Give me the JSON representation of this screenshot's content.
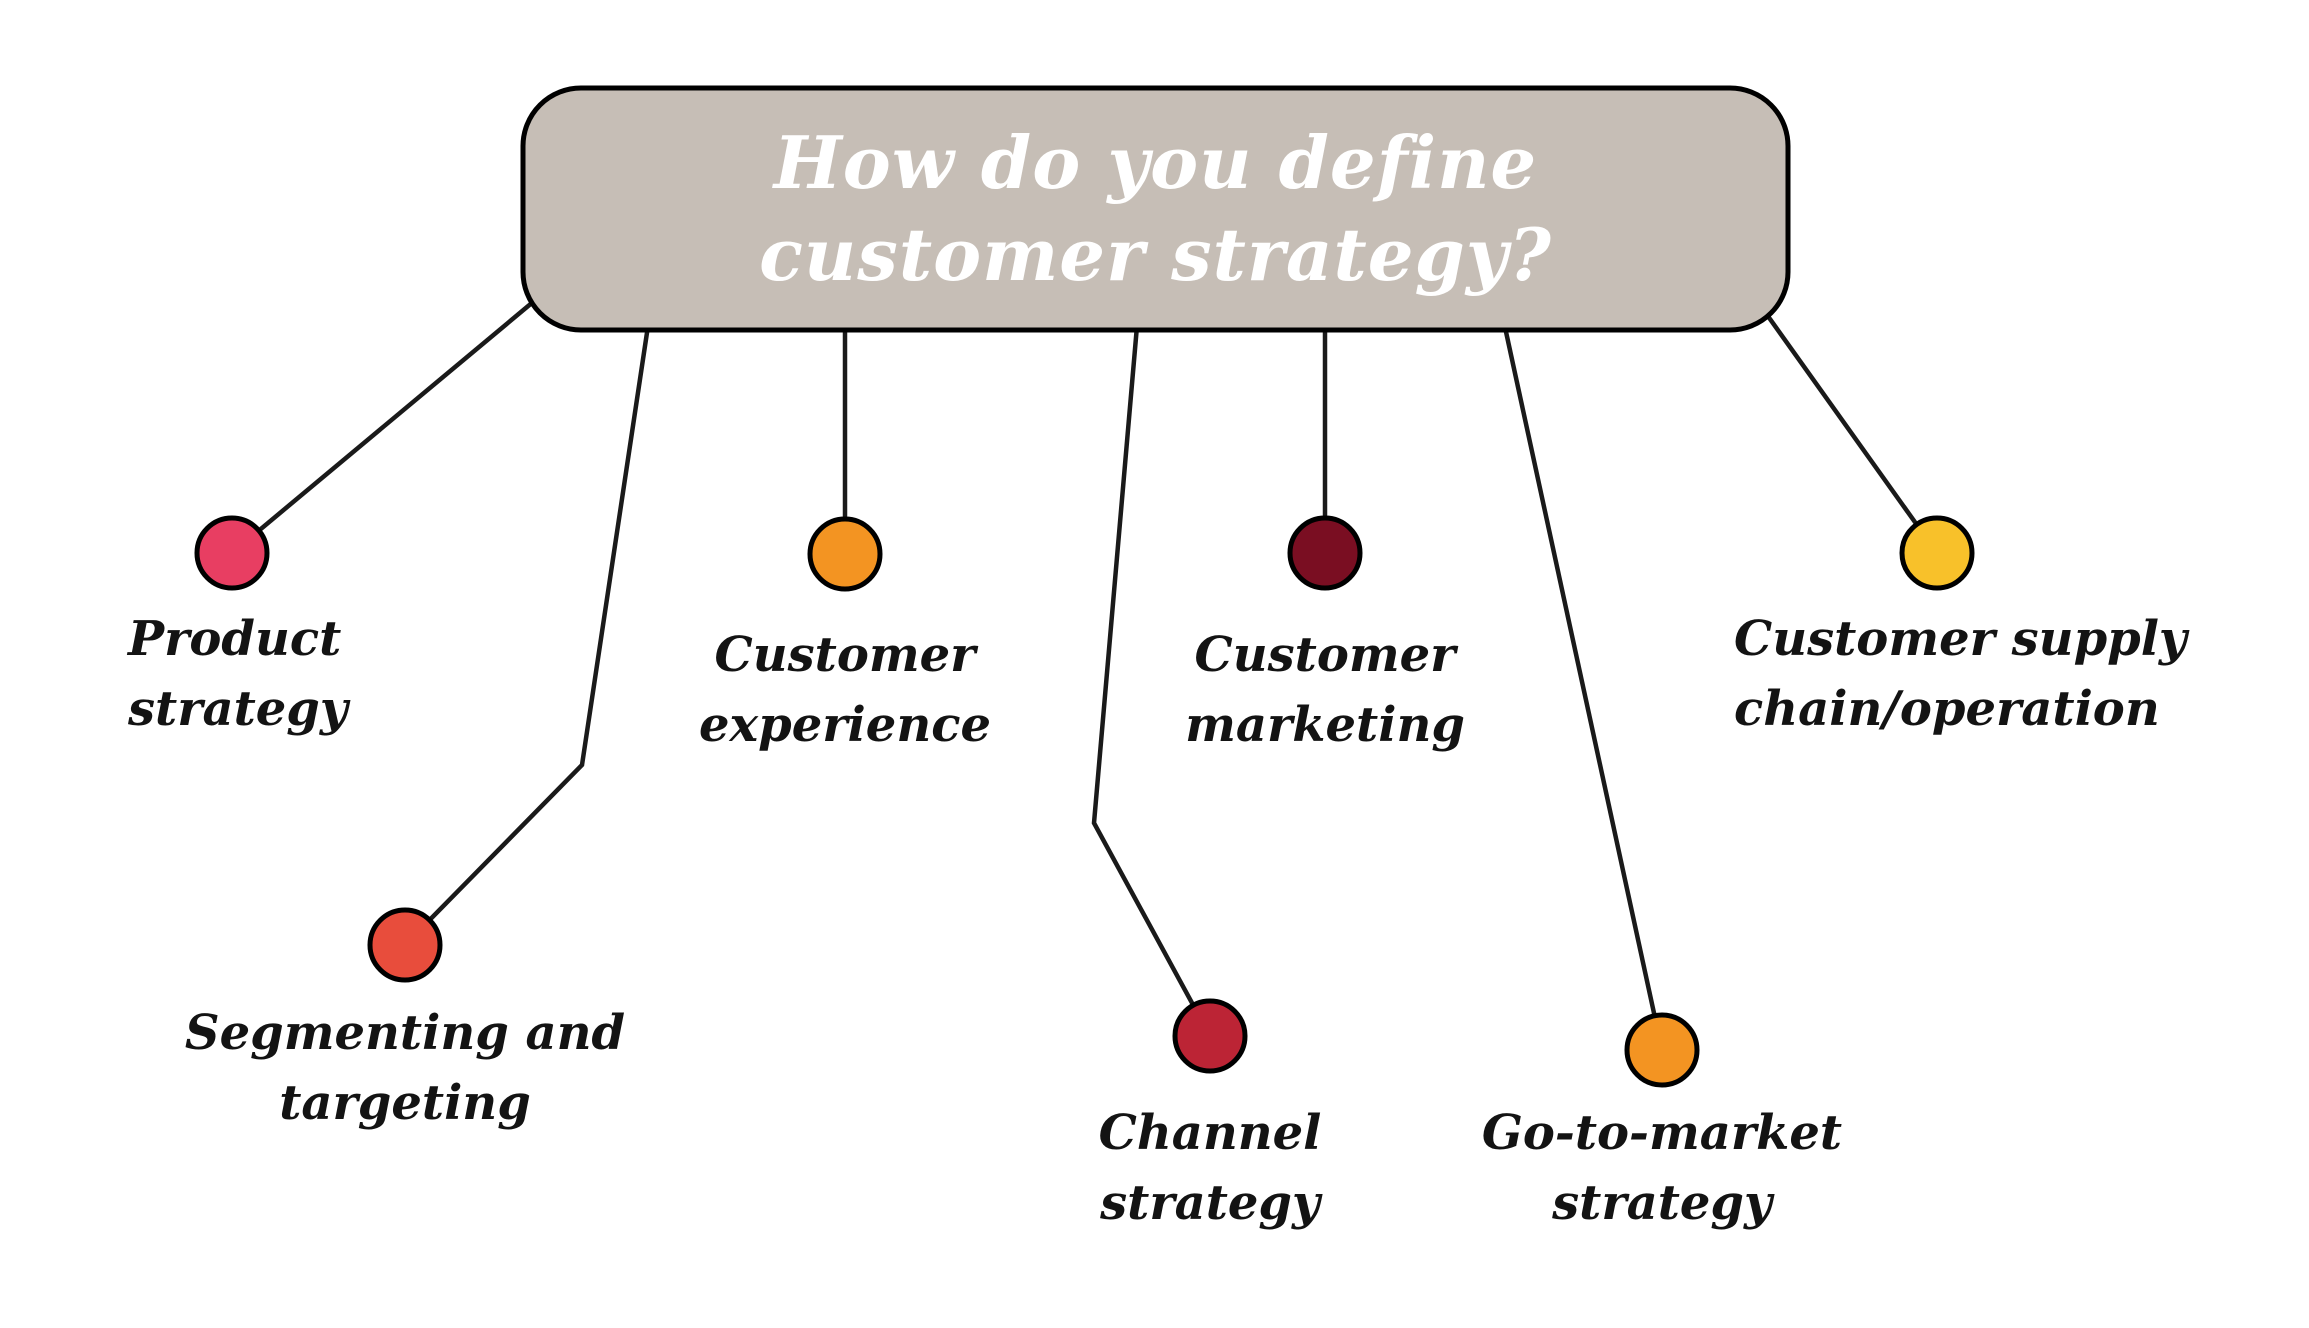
{
  "title": "How do you define\ncustomer strategy?",
  "colors": {
    "box_fill": "#c6beb6",
    "box_border": "#000000",
    "title_text": "#ffffff",
    "connector_line": "#1a1a1a",
    "label_text": "#131313"
  },
  "nodes": [
    {
      "id": "product-strategy",
      "label": "Product\nstrategy",
      "color": "#e83e62"
    },
    {
      "id": "segmenting-targeting",
      "label": "Segmenting and\ntargeting",
      "color": "#e84d3c"
    },
    {
      "id": "customer-experience",
      "label": "Customer\nexperience",
      "color": "#f39422"
    },
    {
      "id": "channel-strategy",
      "label": "Channel\nstrategy",
      "color": "#bc2435"
    },
    {
      "id": "customer-marketing",
      "label": "Customer\nmarketing",
      "color": "#7a0e22"
    },
    {
      "id": "go-to-market-strategy",
      "label": "Go-to-market\nstrategy",
      "color": "#f39422"
    },
    {
      "id": "customer-supply-chain",
      "label": "Customer supply\nchain/operation",
      "color": "#f8c12a"
    }
  ]
}
